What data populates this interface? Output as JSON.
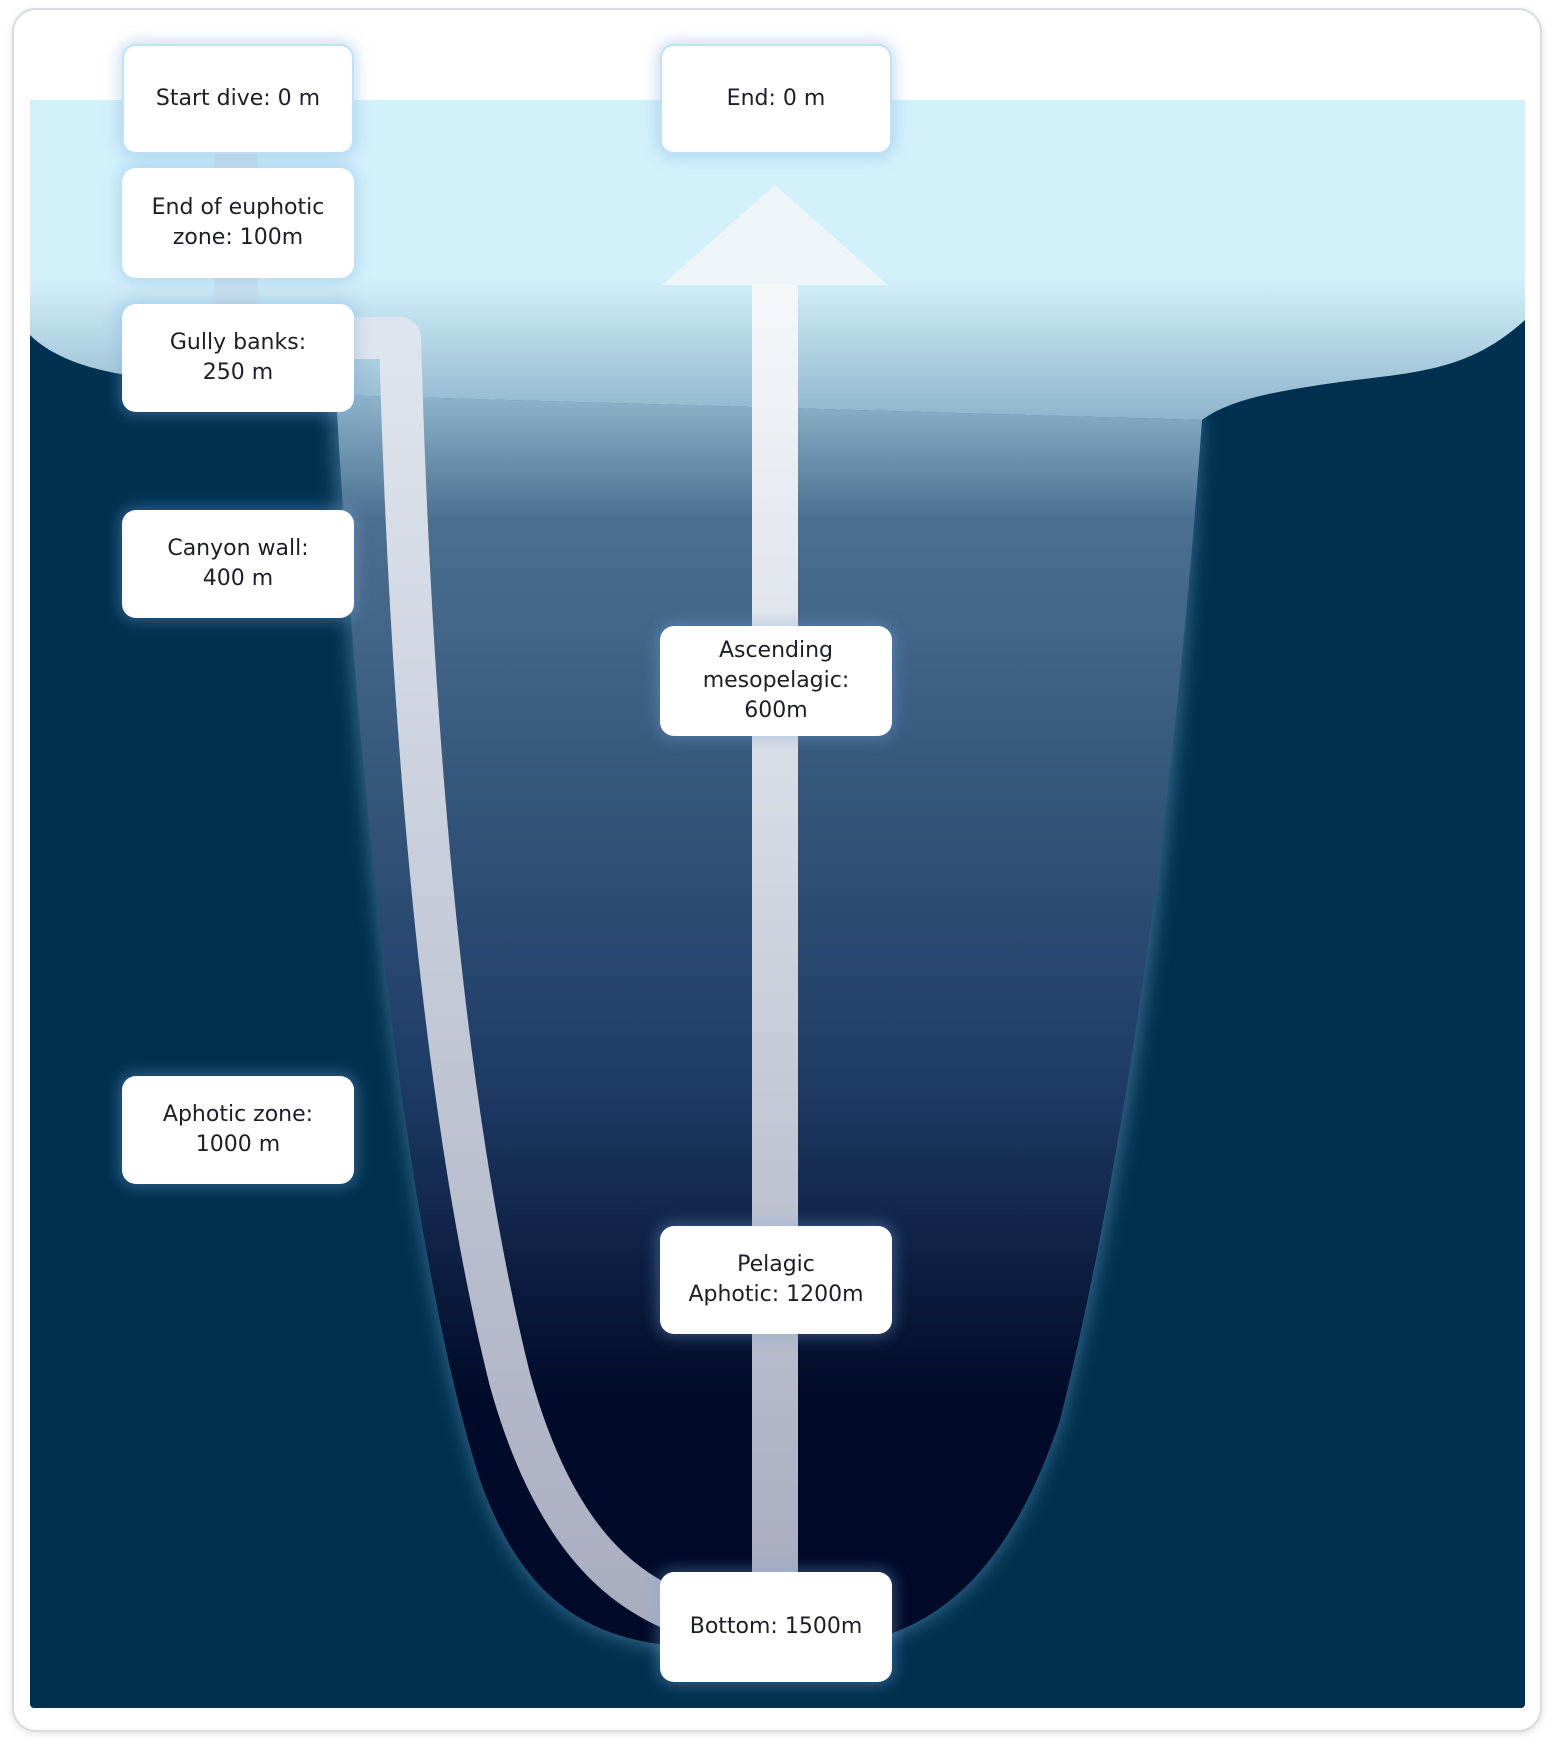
{
  "diagram": {
    "colors": {
      "sky_water": "#d2f1fb",
      "deep_water": "#003050",
      "canyon_top": "#8fb4cb",
      "canyon_mid": "#1e3b66",
      "canyon_deep": "#010a28",
      "path": "#c9d2de",
      "label_bg": "#ffffff"
    },
    "descent_labels": [
      {
        "name": "start-dive",
        "text": "Start dive: 0 m"
      },
      {
        "name": "end-of-euphotic",
        "text": "End of euphotic\nzone: 100m"
      },
      {
        "name": "gully-banks",
        "text": "Gully banks:\n250 m"
      },
      {
        "name": "canyon-wall",
        "text": "Canyon wall:\n400 m"
      },
      {
        "name": "aphotic-zone",
        "text": "Aphotic zone:\n1000 m"
      }
    ],
    "ascent_labels": [
      {
        "name": "end",
        "text": "End: 0 m"
      },
      {
        "name": "ascending-mesopelagic",
        "text": "Ascending\nmesopelagic:\n600m"
      },
      {
        "name": "pelagic-aphotic",
        "text": "Pelagic\nAphotic: 1200m"
      },
      {
        "name": "bottom",
        "text": "Bottom: 1500m"
      }
    ]
  }
}
